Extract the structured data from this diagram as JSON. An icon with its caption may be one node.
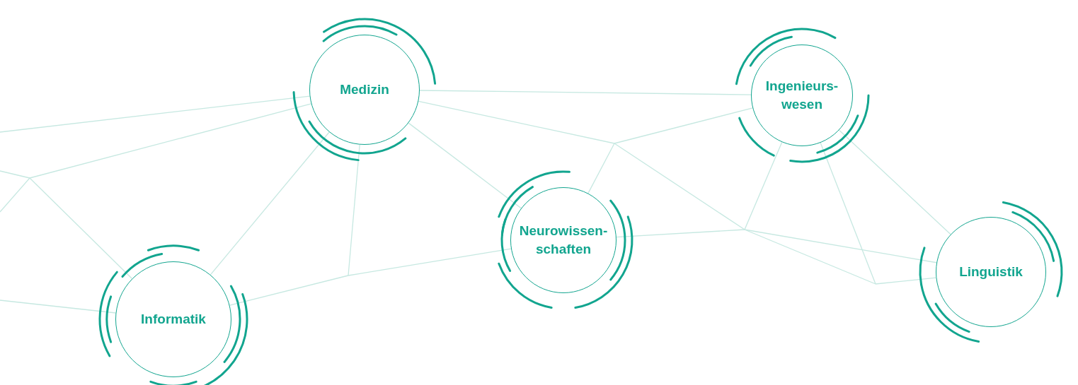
{
  "diagram": {
    "nodes": [
      {
        "text": [
          "Medizin"
        ]
      },
      {
        "text": [
          "Ingenieurs- wesen"
        ]
      },
      {
        "text": [
          "Neurowissen- schaften"
        ]
      },
      {
        "text": [
          "Linguistik"
        ]
      },
      {
        "text": [
          "Informatik"
        ]
      }
    ],
    "edges": [
      {
        "from": 0,
        "to": 1,
        "arrow": "none"
      },
      {
        "from": 0,
        "to": 4,
        "arrow": "none"
      },
      {
        "from": 0,
        "to": 2,
        "arrow": "none"
      },
      {
        "from": 1,
        "to": 3,
        "arrow": "none"
      },
      {
        "from": 0,
        "to": null,
        "arrow": "none"
      },
      {
        "from": 1,
        "to": null,
        "arrow": "none"
      },
      {
        "from": 2,
        "to": null,
        "arrow": "none"
      },
      {
        "from": 0,
        "to": null,
        "arrow": "none"
      },
      {
        "from": 4,
        "to": null,
        "arrow": "none"
      },
      {
        "from": 2,
        "to": null,
        "arrow": "none"
      },
      {
        "from": 1,
        "to": null,
        "arrow": "none"
      },
      {
        "from": 2,
        "to": null,
        "arrow": "none"
      },
      {
        "from": 3,
        "to": null,
        "arrow": "none"
      },
      {
        "from": 1,
        "to": null,
        "arrow": "none"
      },
      {
        "from": 3,
        "to": null,
        "arrow": "none"
      },
      {
        "from": 0,
        "to": null,
        "arrow": "none"
      },
      {
        "from": 4,
        "to": null,
        "arrow": "none"
      },
      {
        "from": 0,
        "to": null,
        "arrow": "none"
      },
      {
        "from": 4,
        "to": null,
        "arrow": "none"
      }
    ]
  }
}
